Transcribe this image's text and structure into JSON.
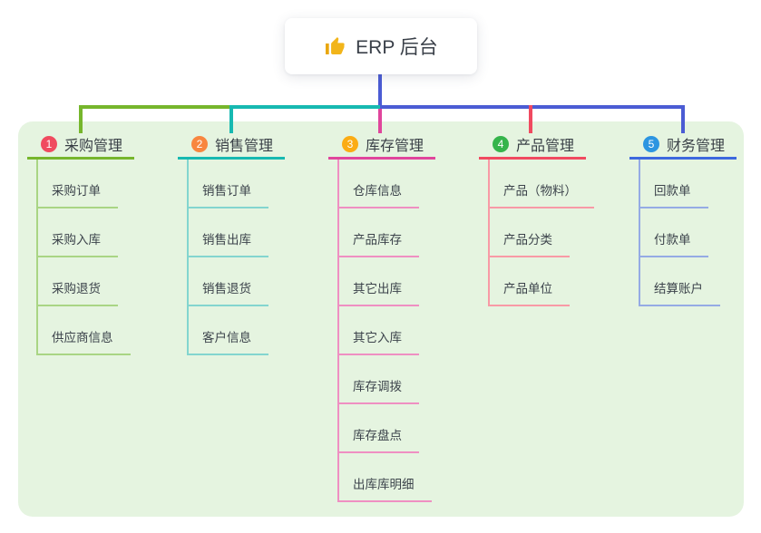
{
  "root": {
    "label": "ERP 后台",
    "icon": "thumbs-up-icon",
    "icon_color": "#f2b51a"
  },
  "connector_colors": {
    "root_line": "#4b5cd4",
    "bus_segments": [
      "#76b62c",
      "#17b9b1",
      "#4b5cd4"
    ]
  },
  "panel": {
    "background": "#e5f4e0"
  },
  "branches": [
    {
      "index": "1",
      "label": "采购管理",
      "badge_color": "#f04b5f",
      "line_color": "#76b62c",
      "child_line_color": "#a9d584",
      "children": [
        "采购订单",
        "采购入库",
        "采购退货",
        "供应商信息"
      ]
    },
    {
      "index": "2",
      "label": "销售管理",
      "badge_color": "#f8863f",
      "line_color": "#17b9b1",
      "child_line_color": "#83d5cf",
      "children": [
        "销售订单",
        "销售出库",
        "销售退货",
        "客户信息"
      ]
    },
    {
      "index": "3",
      "label": "库存管理",
      "badge_color": "#fbac14",
      "line_color": "#e0459c",
      "child_line_color": "#ef8fc2",
      "children": [
        "仓库信息",
        "产品库存",
        "其它出库",
        "其它入库",
        "库存调拨",
        "库存盘点",
        "出库库明细"
      ]
    },
    {
      "index": "4",
      "label": "产品管理",
      "badge_color": "#35b44b",
      "line_color": "#f04a60",
      "child_line_color": "#f89aa6",
      "children": [
        "产品（物料）",
        "产品分类",
        "产品单位"
      ]
    },
    {
      "index": "5",
      "label": "财务管理",
      "badge_color": "#2c95e1",
      "line_color": "#3d68de",
      "child_line_color": "#95abe4",
      "children": [
        "回款单",
        "付款单",
        "结算账户"
      ]
    }
  ]
}
